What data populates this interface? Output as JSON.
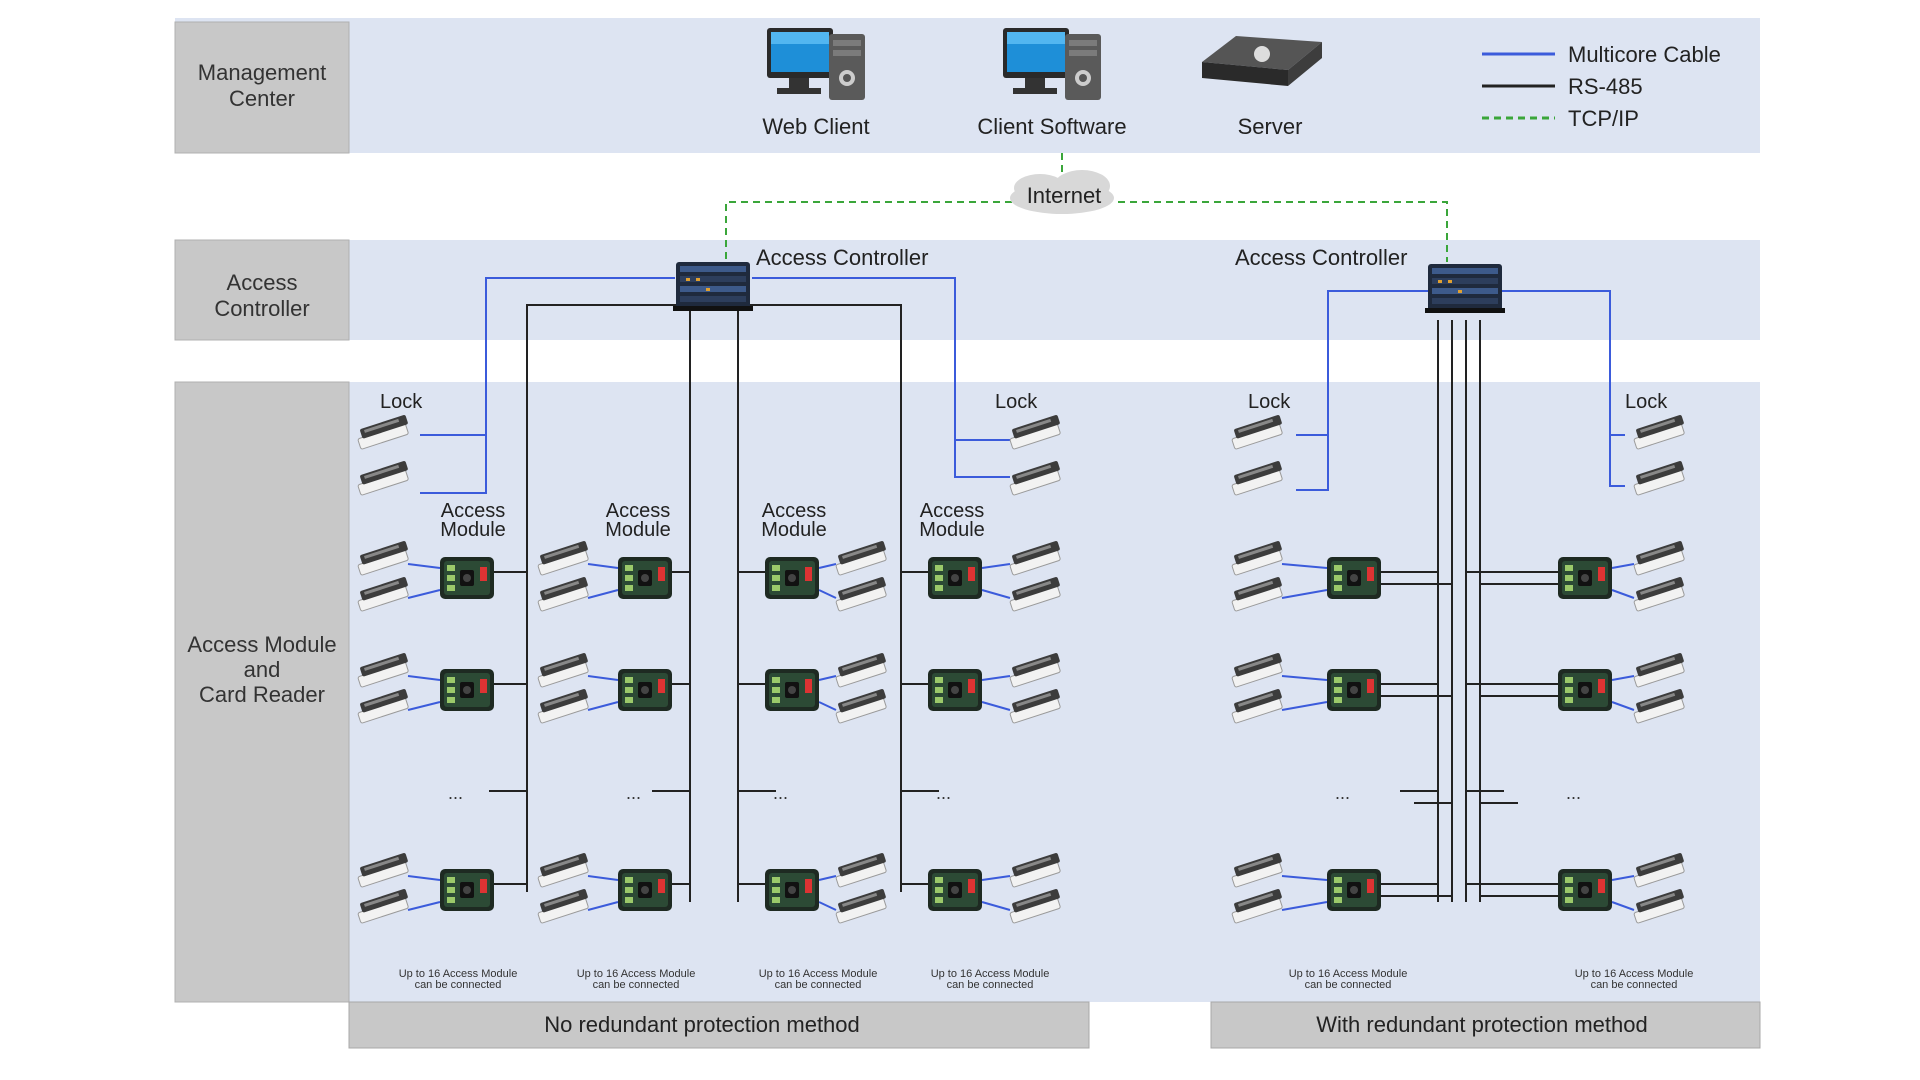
{
  "tiers": {
    "management": "Management Center",
    "controller": "Access Controller",
    "module": "Access Module and Card Reader"
  },
  "devices": {
    "web_client": "Web Client",
    "client_software": "Client Software",
    "server": "Server",
    "internet": "Internet",
    "controller": "Access Controller"
  },
  "legend": {
    "multicore": "Multicore Cable",
    "rs485": "RS-485",
    "tcpip": "TCP/IP"
  },
  "labels": {
    "lock": "Lock",
    "access_module": "Access Module",
    "ellipsis": "...",
    "note_line1": "Up to 16 Access Module",
    "note_line2": "can be connected"
  },
  "methods": {
    "no_redundant": "No redundant protection method",
    "redundant": "With redundant protection method"
  },
  "colors": {
    "band": "#dde4f2",
    "tier_box": "#c8c8c8",
    "multicore": "#3b5bdb",
    "rs485": "#222222",
    "tcpip": "#3aa63a"
  }
}
